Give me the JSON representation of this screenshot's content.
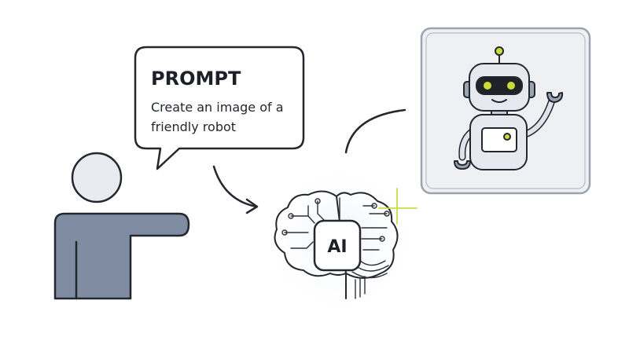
{
  "prompt_bubble": {
    "title": "PROMPT",
    "line1": "Create an image of a",
    "line2": "friendly robot"
  },
  "ai_chip": {
    "label": "AI"
  },
  "colors": {
    "ink": "#23272e",
    "person_body": "#7f8ca2",
    "person_head": "#e8ebf0",
    "accent_green": "#c9dc3a",
    "robot_frame": "#eef0f4",
    "robot_metal": "#dfe4ec"
  }
}
